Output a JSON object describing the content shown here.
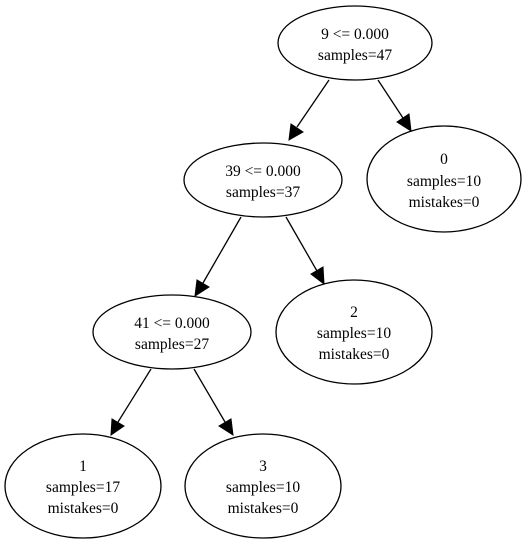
{
  "tree": {
    "nodes": [
      {
        "id": "root",
        "lines": [
          "9 <= 0.000",
          "samples=47"
        ]
      },
      {
        "id": "n39",
        "lines": [
          "39 <= 0.000",
          "samples=37"
        ]
      },
      {
        "id": "leaf0",
        "lines": [
          "0",
          "samples=10",
          "mistakes=0"
        ]
      },
      {
        "id": "n41",
        "lines": [
          "41 <= 0.000",
          "samples=27"
        ]
      },
      {
        "id": "leaf2",
        "lines": [
          "2",
          "samples=10",
          "mistakes=0"
        ]
      },
      {
        "id": "leaf1",
        "lines": [
          "1",
          "samples=17",
          "mistakes=0"
        ]
      },
      {
        "id": "leaf3",
        "lines": [
          "3",
          "samples=10",
          "mistakes=0"
        ]
      }
    ],
    "edges": [
      {
        "from": "root",
        "to": "n39"
      },
      {
        "from": "root",
        "to": "leaf0"
      },
      {
        "from": "n39",
        "to": "n41"
      },
      {
        "from": "n39",
        "to": "leaf2"
      },
      {
        "from": "n41",
        "to": "leaf1"
      },
      {
        "from": "n41",
        "to": "leaf3"
      }
    ]
  }
}
